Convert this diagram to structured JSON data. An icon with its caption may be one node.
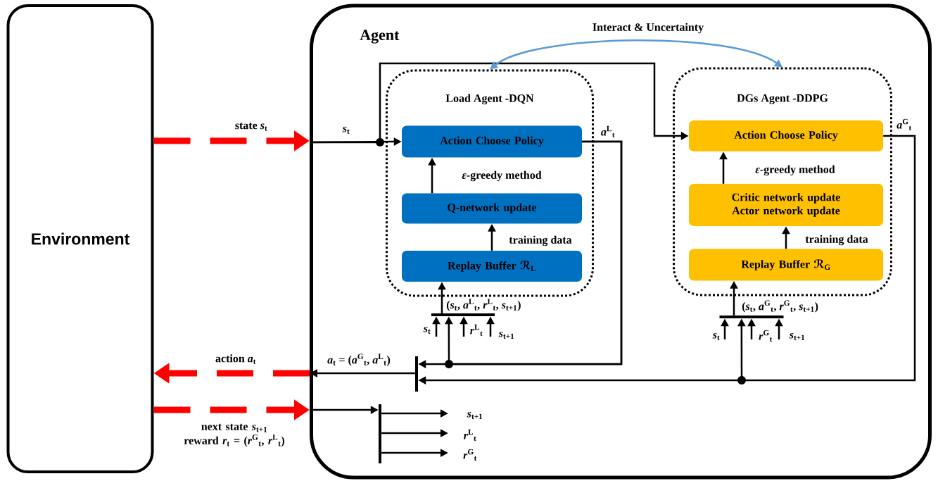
{
  "diagram": {
    "nodes": [
      {
        "text": [
          "Environment"
        ]
      },
      {
        "text": [
          "Agent"
        ]
      },
      {
        "text": [
          "Load Agent -DQN"
        ],
        "in": 1
      },
      {
        "text": [
          "Action Choose Policy"
        ],
        "in": 2
      },
      {
        "text": [
          "Q-network update"
        ],
        "in": 2
      },
      {
        "text": [
          "Replay Buffer ℛ$_{L}$"
        ],
        "in": 2
      },
      {
        "text": [
          "DGs Agent -DDPG"
        ],
        "in": 1
      },
      {
        "text": [
          "Action Choose Policy"
        ],
        "in": 6
      },
      {
        "text": [
          "Critic network update Actor network update"
        ],
        "in": 6
      },
      {
        "text": [
          "Replay Buffer ℛ$_{G}$"
        ],
        "in": 6
      },
      {
        "text": [],
        "shape": "bar",
        "in": 1
      },
      {
        "text": [],
        "shape": "bar",
        "in": 1
      },
      {
        "text": [],
        "shape": "bar",
        "in": 1
      },
      {
        "text": [],
        "shape": "bar",
        "in": 1
      }
    ],
    "edges": [
      {
        "from": 0,
        "to": 1,
        "arrow": "to",
        "label": "state *s*$_{t}$",
        "style": "dashed",
        "color": "#ff0000"
      },
      {
        "from": 1,
        "to": 0,
        "arrow": "to",
        "label": "action *a*$_{t}$",
        "style": "dashed",
        "color": "#ff0000"
      },
      {
        "from": 0,
        "to": 1,
        "arrow": "to",
        "label": "next state *s*$_{t+1}$ reward *r*$_{t}$ = (*r*$^{G}$$_{t}$, *r*$^{L}$$_{t}$)",
        "style": "dashed",
        "color": "#ff0000"
      },
      {
        "from": 1,
        "to": 3,
        "arrow": "to",
        "label": "*s*$_{t}$"
      },
      {
        "from": 1,
        "to": 7,
        "arrow": "to"
      },
      {
        "from": 3,
        "to": 12,
        "arrow": "to",
        "label": "*a*$^{L}$$_{t}$"
      },
      {
        "from": 3,
        "to": 10,
        "arrow": "to"
      },
      {
        "from": 7,
        "to": 12,
        "arrow": "to",
        "label": "*a*$^{G}$$_{t}$"
      },
      {
        "from": 7,
        "to": 11,
        "arrow": "to"
      },
      {
        "from": 12,
        "to": 1,
        "arrow": "to",
        "label": "*a*$_{t}$ = (*a*$^{G}$$_{t}$, *a*$^{L}$$_{t}$)"
      },
      {
        "from": 1,
        "to": 13,
        "arrow": "to"
      },
      {
        "from": 13,
        "to": null,
        "arrow": "to",
        "label": "*s*$_{t+1}$"
      },
      {
        "from": 13,
        "to": null,
        "arrow": "to",
        "label": "*r*$^{L}$$_{t}$"
      },
      {
        "from": 13,
        "to": null,
        "arrow": "to",
        "label": "*r*$^{G}$$_{t}$"
      },
      {
        "from": 10,
        "to": 5,
        "arrow": "to",
        "label": "(*s*$_{t}$, *a*$^{L}$$_{t}$, *r*$^{L}$$_{t}$, *s*$_{t+1}$)"
      },
      {
        "from": null,
        "to": 10,
        "arrow": "to",
        "label": "*s*$_{t}$"
      },
      {
        "from": null,
        "to": 10,
        "arrow": "to",
        "label": "*r*$^{L}$$_{t}$"
      },
      {
        "from": null,
        "to": 10,
        "arrow": "to",
        "label": "*s*$_{t+1}$"
      },
      {
        "from": 5,
        "to": 4,
        "arrow": "to",
        "label": "training data"
      },
      {
        "from": 4,
        "to": 3,
        "arrow": "to",
        "label": "*ε*-greedy method"
      },
      {
        "from": 11,
        "to": 9,
        "arrow": "to",
        "label": "(*s*$_{t}$, *a*$^{G}$$_{t}$, *r*$^{G}$$_{t}$, *s*$_{t+1}$)"
      },
      {
        "from": null,
        "to": 11,
        "arrow": "to",
        "label": "*s*$_{t}$"
      },
      {
        "from": null,
        "to": 11,
        "arrow": "to",
        "label": "*r*$^{G}$$_{t}$"
      },
      {
        "from": null,
        "to": 11,
        "arrow": "to",
        "label": "*s*$_{t+1}$"
      },
      {
        "from": 9,
        "to": 8,
        "arrow": "to",
        "label": "training data"
      },
      {
        "from": 8,
        "to": 7,
        "arrow": "to",
        "label": "*ε*-greedy method"
      },
      {
        "from": 2,
        "to": 6,
        "arrow": "both",
        "label": "Interact & Uncertainty",
        "color": "#5b9bd5"
      }
    ]
  }
}
